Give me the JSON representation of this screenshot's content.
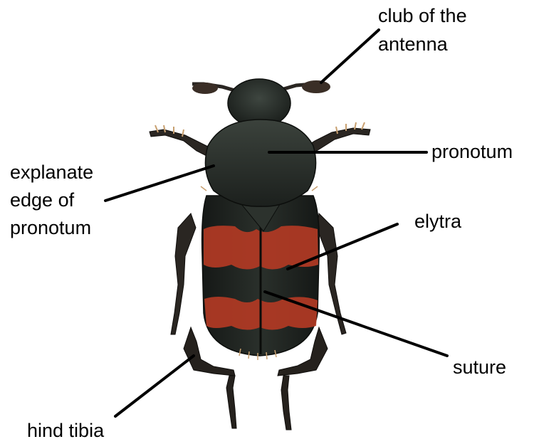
{
  "labels": {
    "club_line1": "club of the",
    "club_line2": "antenna",
    "pronotum": "pronotum",
    "explanate_line1": "explanate",
    "explanate_line2": "edge of",
    "explanate_line3": "pronotum",
    "elytra": "elytra",
    "suture": "suture",
    "hind_tibia": "hind tibia"
  },
  "colors": {
    "body_dark": "#1f2420",
    "body_mid": "#2e342f",
    "elytra_red": "#b23a24",
    "leg_brown": "#2a2622",
    "hair": "#c8a070",
    "line": "#000000"
  }
}
